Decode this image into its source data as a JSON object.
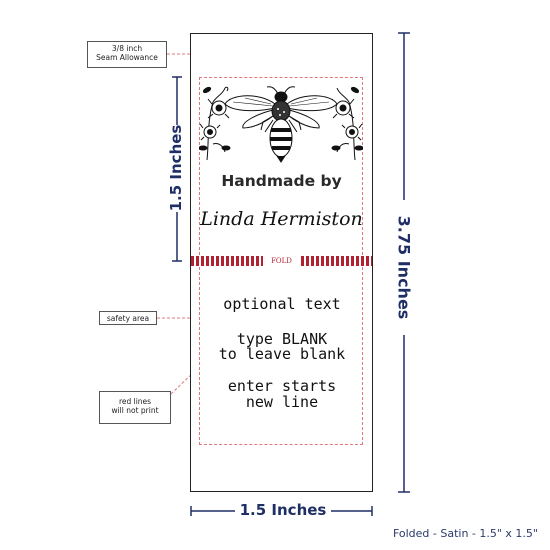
{
  "callouts": {
    "seam_fraction": "3/8 inch",
    "seam_label": "Seam Allowance",
    "safety_area": "safety area",
    "red_lines_1": "red lines",
    "red_lines_2": "will not print"
  },
  "dimensions": {
    "fold_height": "1.5 Inches",
    "total_height": "3.75 Inches",
    "width": "1.5 Inches"
  },
  "label": {
    "top_line": "Handmade by",
    "name": "Linda Hermiston",
    "fold_text": "FOLD",
    "lines": [
      "optional text",
      "type BLANK",
      "to leave blank",
      "enter starts",
      "new line"
    ]
  },
  "footer": "Folded - Satin - 1.5\" x 1.5\"",
  "colors": {
    "navy": "#1f2f66",
    "fold_red": "#b3202f",
    "guide_red": "#e0787a"
  },
  "icons": [
    "bee-icon",
    "flower-left-icon",
    "flower-right-icon"
  ]
}
